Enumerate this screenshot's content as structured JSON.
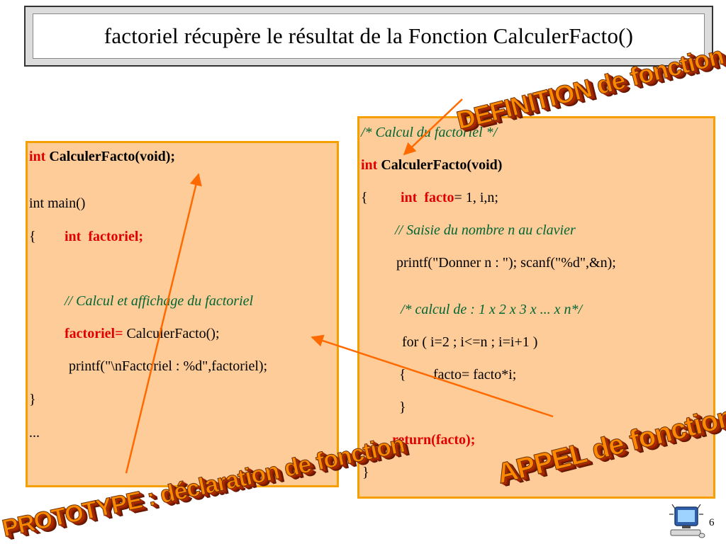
{
  "title": "factoriel récupère le résultat de la Fonction CalculerFacto()",
  "left_code": {
    "prototype_kw": "int",
    "prototype_rest": " CalculerFacto(void);",
    "main_decl": "int main()",
    "brace_open": "{",
    "decl_kw": "int  factoriel;",
    "comment": "// Calcul et affichage du factoriel",
    "assign_kw": "factoriel=",
    "assign_rest": " CalculerFacto();",
    "printf": "printf(\"\\nFactoriel : %d\",factoriel);",
    "brace_close": "}",
    "ellipsis": "..."
  },
  "right_code": {
    "comment1": "/* Calcul du factoriel */",
    "def_kw": "int",
    "def_rest": " CalculerFacto(void)",
    "brace_open": "{",
    "decl_kw": "int  facto",
    "decl_rest": "= 1, i,n;",
    "comment2": "// Saisie du nombre n au clavier",
    "io_line": "printf(\"Donner n : \"); scanf(\"%d\",&n);",
    "comment3": "/* calcul de : 1 x 2 x 3 x ... x n*/",
    "for_line": "for ( i=2 ; i<=n ; i=i+1 )",
    "loop_open": "{",
    "loop_body": "facto= facto*i;",
    "loop_close": "}",
    "return_line": "return(facto);",
    "brace_close": "}"
  },
  "labels": {
    "definition": "DEFINITION de fonction",
    "appel": "APPEL de fonction",
    "prototype": "PROTOTYPE : déclaration de fonction"
  },
  "colors": {
    "box_fill": "#fecc99",
    "box_border": "#f5a000",
    "keyword": "#e00000",
    "comment": "#006633",
    "wordart": "#ff8800",
    "arrow": "#ff6a00"
  },
  "page_number": "6",
  "icons": [
    "computer-icon"
  ]
}
